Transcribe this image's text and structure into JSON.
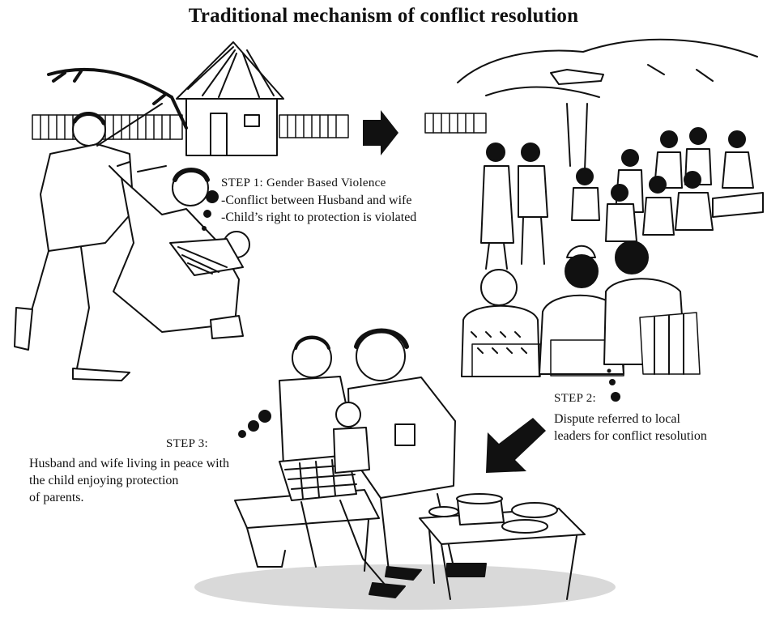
{
  "title": "Traditional mechanism of conflict resolution",
  "step1": {
    "label": "STEP 1: Gender Based Violence",
    "points": [
      "-Conflict between Husband and wife",
      "-Child’s right to protection is violated"
    ]
  },
  "step2": {
    "label": "STEP 2:",
    "lines": [
      "Dispute referred to local",
      "leaders for conflict resolution"
    ]
  },
  "step3": {
    "label": "STEP 3:",
    "lines": [
      "Husband and wife living in peace with",
      "the child enjoying protection",
      "of parents."
    ]
  }
}
